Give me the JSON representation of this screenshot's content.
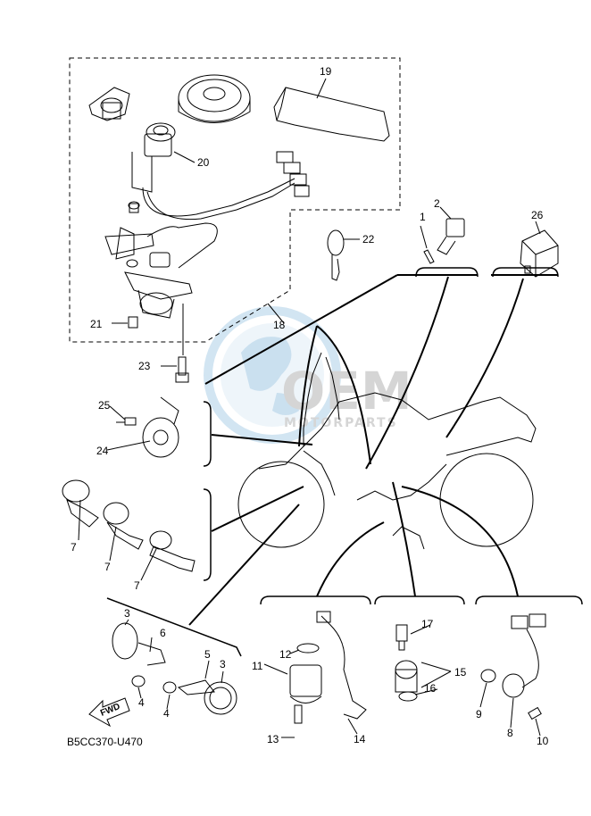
{
  "diagram": {
    "code": "B5CC370-U470",
    "fwd_label": "FWD",
    "watermark": {
      "brand": "OEM",
      "sub": "MOTORPARTS"
    },
    "callouts": [
      {
        "id": "c1",
        "text": "1"
      },
      {
        "id": "c2",
        "text": "2"
      },
      {
        "id": "c3a",
        "text": "3"
      },
      {
        "id": "c3b",
        "text": "3"
      },
      {
        "id": "c4a",
        "text": "4"
      },
      {
        "id": "c4b",
        "text": "4"
      },
      {
        "id": "c5",
        "text": "5"
      },
      {
        "id": "c6",
        "text": "6"
      },
      {
        "id": "c7a",
        "text": "7"
      },
      {
        "id": "c7b",
        "text": "7"
      },
      {
        "id": "c7c",
        "text": "7"
      },
      {
        "id": "c8",
        "text": "8"
      },
      {
        "id": "c9",
        "text": "9"
      },
      {
        "id": "c10",
        "text": "10"
      },
      {
        "id": "c11",
        "text": "11"
      },
      {
        "id": "c12",
        "text": "12"
      },
      {
        "id": "c13",
        "text": "13"
      },
      {
        "id": "c14",
        "text": "14"
      },
      {
        "id": "c15",
        "text": "15"
      },
      {
        "id": "c16",
        "text": "16"
      },
      {
        "id": "c17",
        "text": "17"
      },
      {
        "id": "c18",
        "text": "18"
      },
      {
        "id": "c19",
        "text": "19"
      },
      {
        "id": "c20",
        "text": "20"
      },
      {
        "id": "c21",
        "text": "21"
      },
      {
        "id": "c22",
        "text": "22"
      },
      {
        "id": "c23",
        "text": "23"
      },
      {
        "id": "c24",
        "text": "24"
      },
      {
        "id": "c25",
        "text": "25"
      },
      {
        "id": "c26",
        "text": "26"
      }
    ]
  }
}
